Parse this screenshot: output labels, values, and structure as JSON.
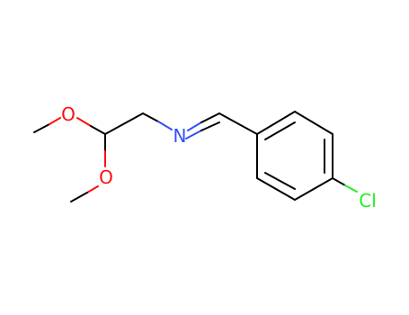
{
  "molecule": {
    "atoms": {
      "o_upper": "O",
      "o_lower": "O",
      "n_imine": "N",
      "cl": "Cl"
    },
    "colors": {
      "bond": "#000000",
      "oxygen": "#ff0d0d",
      "nitrogen": "#3050f8",
      "chlorine": "#1ff01f"
    }
  }
}
